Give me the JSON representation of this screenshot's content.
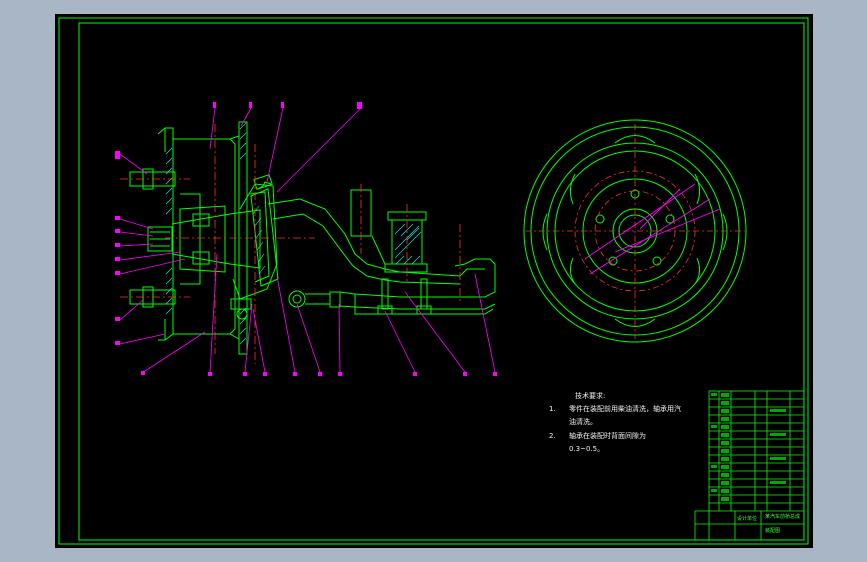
{
  "tech_requirements": {
    "title": "技术要求:",
    "items": [
      {
        "num": "1.",
        "text": "零件在装配前用柴油清洗，轴承用汽",
        "cont": "油清洗。"
      },
      {
        "num": "2.",
        "text": "轴承在装配时背面间隙为",
        "cont": "0.3~0.5。"
      }
    ]
  },
  "title_block": {
    "drawing_name": "某汽车前桥总成",
    "sub_name": "装配图",
    "company": "设计单位"
  },
  "colors": {
    "background": "#000000",
    "frame": "#00ff00",
    "part_outline": "#00ff00",
    "leader": "#ff00ff",
    "centerline": "#ff3030",
    "hatching": "#00ffff",
    "text": "#ffffff",
    "outer_bezel": "#a9b6c6"
  }
}
